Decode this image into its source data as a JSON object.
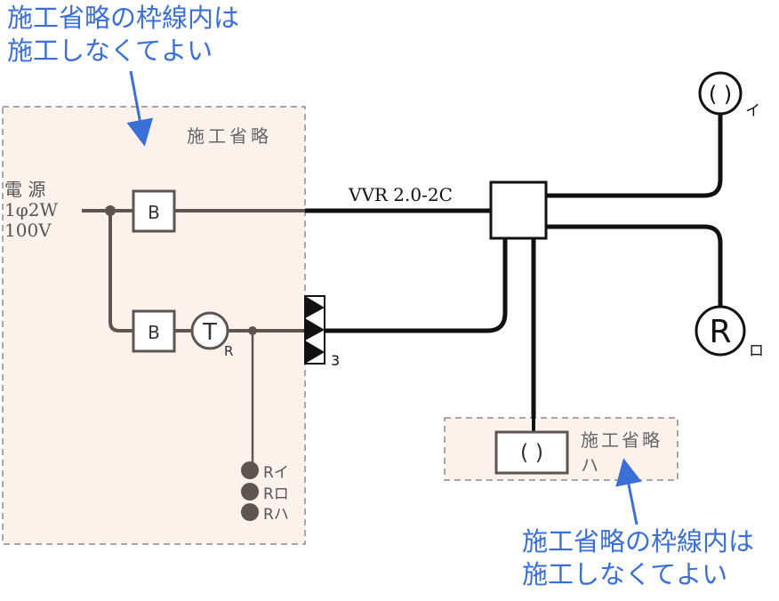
{
  "annotations": {
    "top_line1": "施工省略の枠線内は",
    "top_line2": "施工しなくてよい",
    "bottom_line1": "施工省略の枠線内は",
    "bottom_line2": "施工しなくてよい"
  },
  "zones": {
    "left_label": "施工省略",
    "right_label": "施工省略",
    "right_sub": "ハ"
  },
  "source": {
    "line1": "電 源",
    "line2": "1φ2W",
    "line3": "100V"
  },
  "cable_label": "VVR 2.0-2C",
  "breaker_top": "B",
  "breaker_bottom": "B",
  "timer": {
    "symbol": "T",
    "subscript": "R"
  },
  "outlet_count": "3",
  "switches": [
    {
      "label": "Rイ"
    },
    {
      "label": "Rロ"
    },
    {
      "label": "Rハ"
    }
  ],
  "lamp_i": {
    "symbol": "( )",
    "label": "イ"
  },
  "lamp_ro": {
    "symbol": "R",
    "label": "ロ"
  },
  "lamp_ha": {
    "symbol": "( )"
  },
  "colors": {
    "zone_fill": "#fdf1ec",
    "annotation_blue": "#3a6fd8",
    "wire_dark": "#111111",
    "wire_brown": "#5e5450"
  }
}
